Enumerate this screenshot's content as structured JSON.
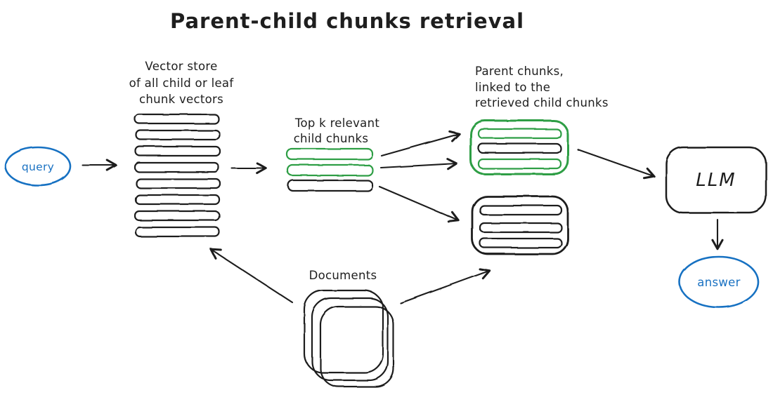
{
  "title": "Parent-child chunks retrieval",
  "colors": {
    "ink": "#1e1e1e",
    "green": "#2f9e44",
    "blue": "#1971c2",
    "background": "#ffffff"
  },
  "nodes": {
    "query": {
      "label": "query",
      "shape": "ellipse",
      "color": "blue"
    },
    "vector_store": {
      "label_line1": "Vector store",
      "label_line2": "of all child or leaf",
      "label_line3": "chunk vectors",
      "bar_count": 8
    },
    "top_k": {
      "label_line1": "Top k relevant",
      "label_line2": "child chunks",
      "bar_colors": [
        "green",
        "green",
        "black"
      ]
    },
    "parent_chunks": {
      "label_line1": "Parent chunks,",
      "label_line2": "linked to the",
      "label_line3": "retrieved child chunks",
      "matched_box_outline": "green",
      "matched_box_bar_colors": [
        "green",
        "black",
        "green"
      ],
      "unmatched_box_outline": "black",
      "unmatched_box_bar_colors": [
        "black",
        "black",
        "black"
      ]
    },
    "documents": {
      "label": "Documents",
      "page_count": 3
    },
    "llm": {
      "label": "LLM"
    },
    "answer": {
      "label": "answer",
      "shape": "ellipse",
      "color": "blue"
    }
  },
  "edges": [
    {
      "from": "query",
      "to": "vector_store"
    },
    {
      "from": "vector_store",
      "to": "top_k"
    },
    {
      "from": "top_k_bar_1",
      "to": "matched_parent_box"
    },
    {
      "from": "top_k_bar_2",
      "to": "matched_parent_box"
    },
    {
      "from": "top_k_bar_3",
      "to": "unmatched_parent_box"
    },
    {
      "from": "matched_parent_box",
      "to": "llm"
    },
    {
      "from": "llm",
      "to": "answer"
    },
    {
      "from": "documents",
      "to": "vector_store"
    },
    {
      "from": "documents",
      "to": "unmatched_parent_box"
    }
  ]
}
